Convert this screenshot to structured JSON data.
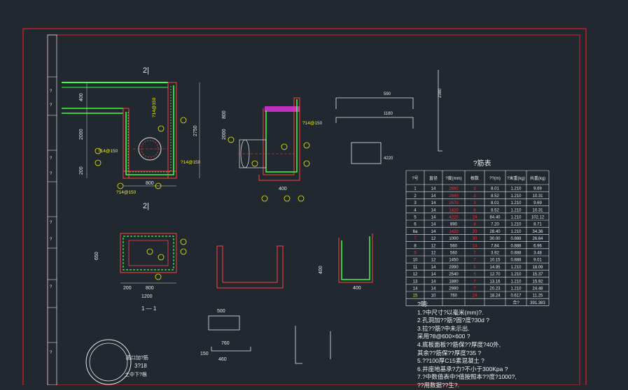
{
  "title_block": [
    "?",
    "?",
    "?",
    "?",
    "?",
    "?",
    "?",
    "?"
  ],
  "labels": {
    "section_2": "2|",
    "section_2b": "2|",
    "section_1": "1 — 1",
    "table_title": "?筋表",
    "wall_rebar": "?14@150",
    "wall_rebar_b": "?14@150",
    "bottom_rebar": "?14@150",
    "pipe_rebar": "?14@150",
    "dims": {
      "d400": "400",
      "d2000": "2000",
      "d2750": "2750",
      "d200": "200",
      "d1200": "1200",
      "d800": "800",
      "d500": "500",
      "d650": "650",
      "d150": "150",
      "d760": "760",
      "d460": "460",
      "d590": "590",
      "d1180": "1180",
      "d4220": "4220",
      "d2380": "2380"
    },
    "manhole_note_1": "圆口加?筋",
    "manhole_note_2": "3?18",
    "manhole_note_3": "土中下?根"
  },
  "bar_marks": [
    "1",
    "2",
    "3",
    "4",
    "5",
    "6",
    "6a",
    "7",
    "8",
    "9",
    "10",
    "11",
    "12",
    "13",
    "14",
    "15"
  ],
  "rebar_table": {
    "headers": [
      "?号",
      "直径",
      "?度(mm)",
      "根数",
      "??(m)",
      "?米重(kg)",
      "共重(kg)"
    ],
    "rows": [
      [
        "1",
        "14",
        "2690",
        "3",
        "8.01",
        "1.210",
        "9.69"
      ],
      [
        "2",
        "14",
        "2840",
        "3",
        "8.52",
        "1.210",
        "10.31"
      ],
      [
        "3",
        "14",
        "2670",
        "3",
        "8.01",
        "1.210",
        "9.69"
      ],
      [
        "4",
        "14",
        "1420",
        "6",
        "8.52",
        "1.210",
        "10.31"
      ],
      [
        "5",
        "14",
        "4220",
        "24",
        "84.40",
        "1.210",
        "102.12"
      ],
      [
        "6",
        "14",
        "890",
        "8",
        "7.20",
        "1.210",
        "8.71"
      ],
      [
        "6a",
        "14",
        "1420",
        "20",
        "28.40",
        "1.210",
        "34.36"
      ],
      [
        "7",
        "12",
        "1000",
        "30",
        "30.00",
        "0.888",
        "26.64"
      ],
      [
        "8",
        "12",
        "560",
        "14",
        "7.84",
        "0.888",
        "6.96"
      ],
      [
        "9",
        "12",
        "560",
        "7",
        "3.92",
        "0.888",
        "3.48"
      ],
      [
        "10",
        "12",
        "1450",
        "7",
        "10.15",
        "0.888",
        "9.01"
      ],
      [
        "11",
        "14",
        "2990",
        "5",
        "14.95",
        "1.210",
        "18.09"
      ],
      [
        "12",
        "14",
        "2540",
        "5",
        "12.70",
        "1.210",
        "15.37"
      ],
      [
        "13",
        "14",
        "1880",
        "7",
        "13.16",
        "1.210",
        "15.92"
      ],
      [
        "14",
        "14",
        "2990",
        "7",
        "20.23",
        "1.210",
        "24.48"
      ],
      [
        "15",
        "10",
        "760",
        "24",
        "18.24",
        "0.617",
        "11.25"
      ]
    ],
    "total_label": "合?",
    "total_value": "391.383"
  },
  "notes": {
    "heading": "?明:",
    "items": [
      "1.?中尺寸?以毫米(mm)?.",
      "2.孔洞加??筋?固?度?30d ?",
      "3.拉??筋?中未示出.",
      "  采用?8@600×600 ?",
      "4.底板面板??筋保??厚度?40外,",
      "  其余??筋保??厚度?35 ?",
      "5.??100厚C15素混凝土 ?",
      "6.井座地基承?力?不小于300Kpa ?",
      "7.?中数值表中?值按照本??度?1000?,",
      "  ??用数据??生?."
    ]
  }
}
